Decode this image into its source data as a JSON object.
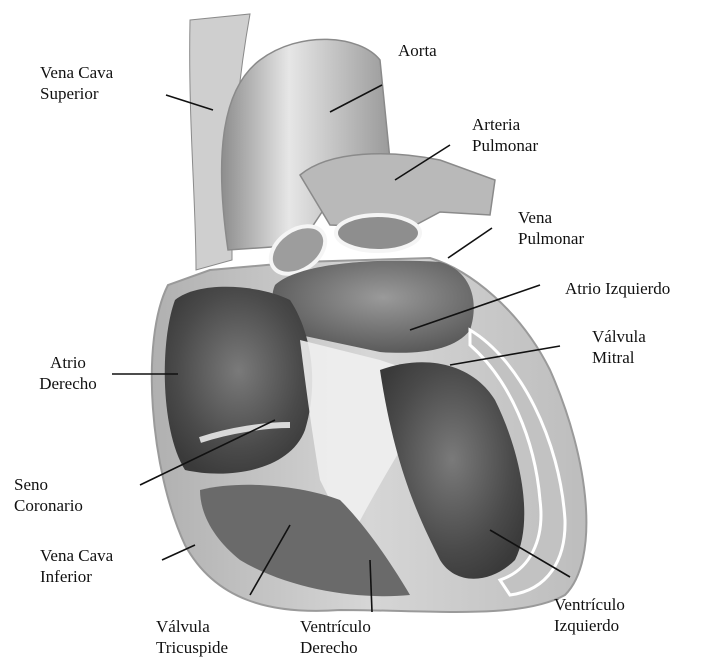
{
  "labels": {
    "vena_cava_superior": [
      "Vena Cava",
      "Superior"
    ],
    "aorta": "Aorta",
    "arteria_pulmonar": [
      "Arteria",
      "Pulmonar"
    ],
    "vena_pulmonar": [
      "Vena",
      "Pulmonar"
    ],
    "atrio_izquierdo": "Atrio Izquierdo",
    "valvula_mitral": [
      "Válvula",
      "Mitral"
    ],
    "atrio_derecho": [
      "Atrio",
      "Derecho"
    ],
    "seno_coronario": [
      "Seno",
      "Coronario"
    ],
    "vena_cava_inferior": [
      "Vena Cava",
      "Inferior"
    ],
    "valvula_tricuspide": [
      "Válvula",
      "Tricuspide"
    ],
    "ventriculo_derecho": [
      "Ventrículo",
      "Derecho"
    ],
    "ventriculo_izquierdo": [
      "Ventrículo",
      "Izquierdo"
    ]
  },
  "colors": {
    "outer_wall": "#c9c9c9",
    "vessel": "#b7b7b7",
    "chamber_dark": "#5a5a5a",
    "chamber_mid": "#8c8c8c",
    "septum_light": "#f2f2f2",
    "leader_line": "#111111"
  }
}
